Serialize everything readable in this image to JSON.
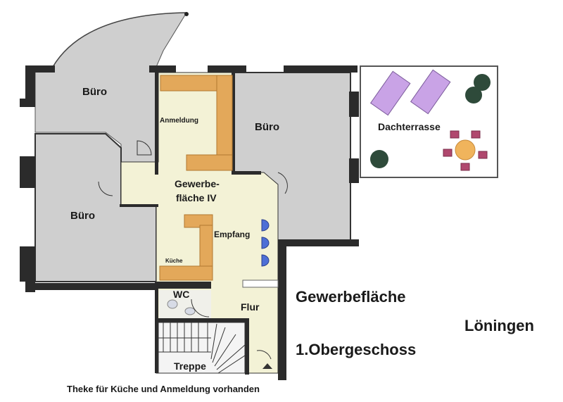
{
  "floorplan": {
    "rooms": {
      "buero_top_left": "Büro",
      "buero_left": "Büro",
      "buero_right": "Büro",
      "anmeldung": "Anmeldung",
      "gewerbe_line1": "Gewerbe-",
      "gewerbe_line2": "fläche IV",
      "empfang": "Empfang",
      "kueche": "Küche",
      "wc": "WC",
      "flur": "Flur",
      "treppe": "Treppe",
      "dachterrasse": "Dachterrasse"
    },
    "title": {
      "line1": "Gewerbefläche",
      "location": "Löningen",
      "floor": "1.Obergeschoss"
    },
    "caption": "Theke für Küche und Anmeldung vorhanden",
    "colors": {
      "wall": "#2b2b2b",
      "office_fill": "#cfcfcf",
      "common_fill": "#f3f2d6",
      "counter": "#e3a85a",
      "lounger": "#c9a3e6",
      "table": "#f0b45c",
      "chair": "#b0486e",
      "plant": "#2e4a3a",
      "seat": "#4d6fd6"
    }
  }
}
